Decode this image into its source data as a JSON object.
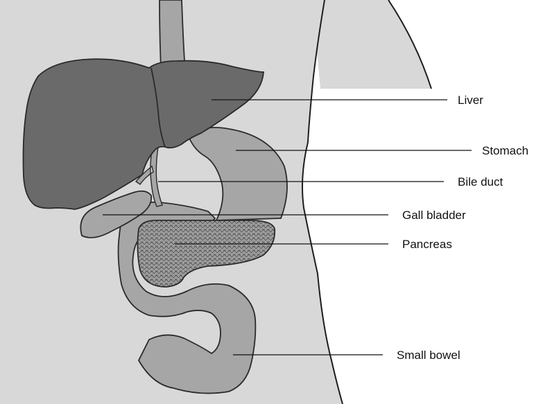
{
  "labels": {
    "liver": "Liver",
    "stomach": "Stomach",
    "bile_duct": "Bile duct",
    "gall_bladder": "Gall bladder",
    "pancreas": "Pancreas",
    "small_bowel": "Small bowel"
  },
  "colors": {
    "body": "#d8d8d8",
    "body_outline": "#1e1e1e",
    "liver": "#6a6a6a",
    "organ": "#a6a6a6",
    "pancreas": "#9c9c9c",
    "outline": "#2a2a2a",
    "label_text": "#111111"
  }
}
